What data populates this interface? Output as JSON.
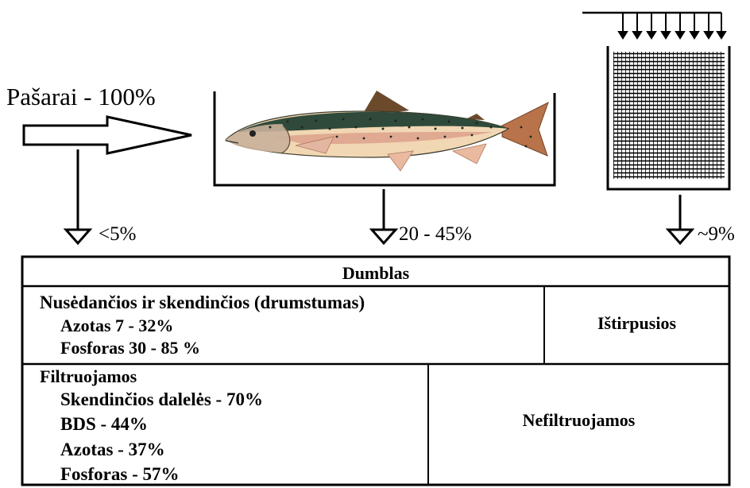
{
  "feed": {
    "label": "Pašarai - 100%"
  },
  "outputs": {
    "feed_loss": "<5%",
    "tank_sludge": "20 - 45%",
    "filter_sludge": "~9%"
  },
  "table": {
    "header": "Dumblas",
    "settling": {
      "title": "Nusėdančios ir skendinčios (drumstumas)",
      "items": [
        "Azotas 7 - 32%",
        "Fosforas 30 - 85 %"
      ]
    },
    "dissolved": "Ištirpusios",
    "filterable": {
      "title": "Filtruojamos",
      "items": [
        "Skendinčios dalelės - 70%",
        "BDS - 44%",
        "Azotas - 37%",
        "Fosforas - 57%"
      ]
    },
    "nonfilterable": "Nefiltruojamos"
  },
  "colors": {
    "line": "#000000",
    "fish_back": "#2f4a3a",
    "fish_belly": "#f1d7b3",
    "fish_stripe": "#d99a86",
    "fish_fin": "#b8734a"
  },
  "icons": [
    "hollow-arrow-icon",
    "down-arrow-icon",
    "trout-icon",
    "filter-drum-icon"
  ]
}
